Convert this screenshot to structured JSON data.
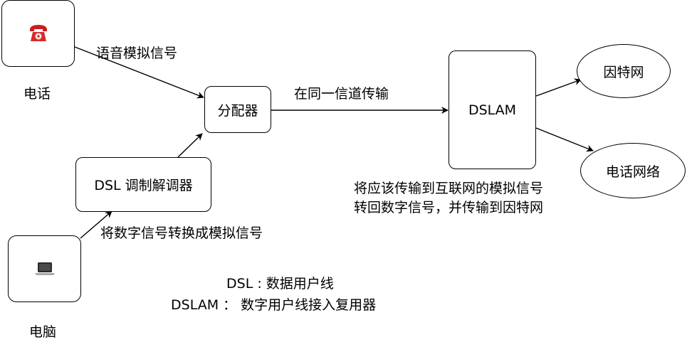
{
  "nodes": {
    "phone_label": "电话",
    "computer_label": "电脑",
    "splitter": "分配器",
    "modem": "DSL 调制解调器",
    "dslam": "DSLAM",
    "internet": "因特网",
    "phone_network": "电话网络"
  },
  "edges": {
    "voice_signal": "语音模拟信号",
    "same_channel": "在同一信道传输",
    "digital_to_analog": "将数字信号转换成模拟信号",
    "dslam_note_line1": "将应该传输到互联网的模拟信号",
    "dslam_note_line2": "转回数字信号，并传输到因特网"
  },
  "legend": {
    "dsl": "DSL : 数据用户线",
    "dslam": "DSLAM ：  数字用户线接入复用器"
  }
}
